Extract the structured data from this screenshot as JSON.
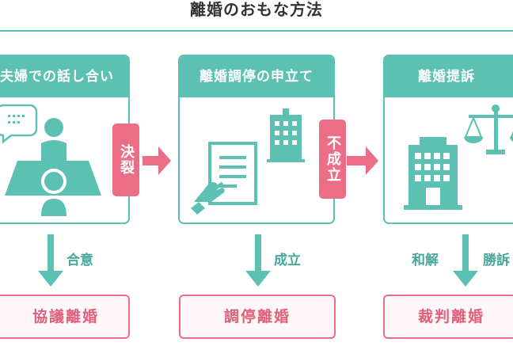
{
  "title": "離婚のおもな方法",
  "colors": {
    "teal": "#5cc1b3",
    "pink": "#ec6e86",
    "text": "#333333"
  },
  "steps": [
    {
      "header": "夫婦での話し合い",
      "icon": "people-talking-icon",
      "fail_label": "決裂",
      "success_label": "合意",
      "result": "協議離婚"
    },
    {
      "header": "離婚調停の申立て",
      "icon": "document-building-icon",
      "fail_label": "不成立",
      "success_label": "成立",
      "result": "調停離婚"
    },
    {
      "header": "離婚提訴",
      "icon": "courthouse-scales-icon",
      "success_label_left": "和解",
      "success_label_right": "勝訴",
      "result": "裁判離婚"
    }
  ]
}
